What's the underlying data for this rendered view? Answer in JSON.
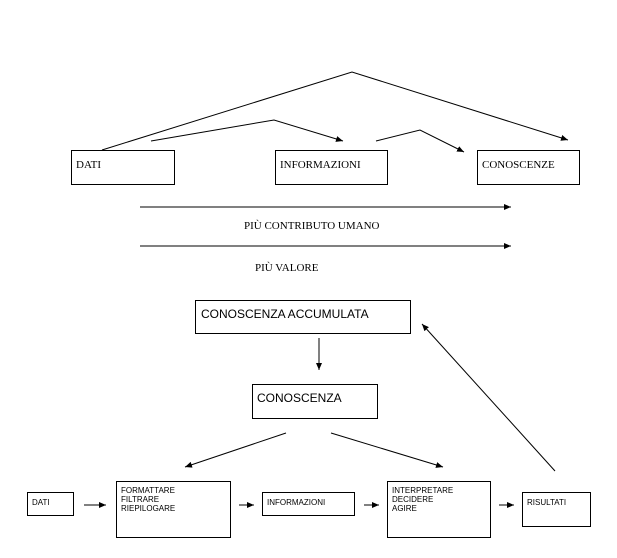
{
  "top": {
    "boxes": {
      "dati": "DATI",
      "informazioni": "INFORMAZIONI",
      "conoscenze": "CONOSCENZE"
    },
    "label_contributo": "PIÙ CONTRIBUTO UMANO",
    "label_valore": "PIÙ VALORE"
  },
  "middle": {
    "conoscenza_accumulata": "CONOSCENZA ACCUMULATA",
    "conoscenza": "CONOSCENZA"
  },
  "bottom": {
    "dati": "DATI",
    "process1": [
      "FORMATTARE",
      "FILTRARE",
      "RIEPILOGARE"
    ],
    "informazioni": "INFORMAZIONI",
    "process2": [
      "INTERPRETARE",
      "DECIDERE",
      "AGIRE"
    ],
    "risultati": "RISULTATI"
  }
}
